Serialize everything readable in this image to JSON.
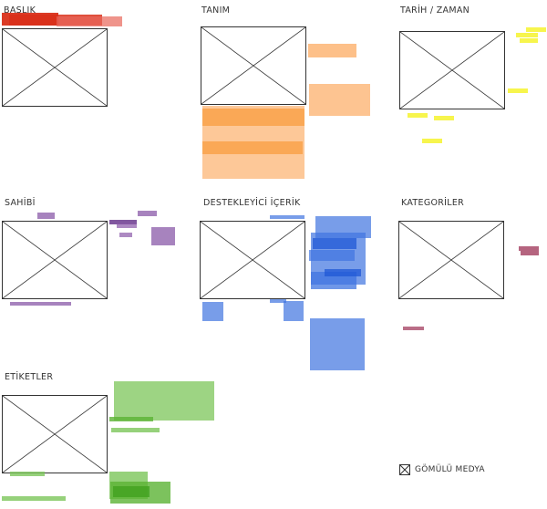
{
  "panels": {
    "baslik": {
      "title": "BAŞLIK"
    },
    "tanim": {
      "title": "TANIM"
    },
    "tarih": {
      "title": "TARİH / ZAMAN"
    },
    "sahibi": {
      "title": "SAHİBİ"
    },
    "destek": {
      "title": "DESTEKLEYİCİ İÇERİK"
    },
    "kategori": {
      "title": "KATEGORİLER"
    },
    "etiket": {
      "title": "ETİKETLER"
    }
  },
  "legend": {
    "label": "GÖMÜLÜ MEDYA",
    "icon": "embedded-media-icon"
  },
  "colors": {
    "red": "#d9301a",
    "orange": "#fcb06c",
    "yellow": "#f6f43a",
    "purple": "#8a59a8",
    "blue": "#3f74e0",
    "maroon": "#a33d5f",
    "green": "#7cc55a"
  }
}
